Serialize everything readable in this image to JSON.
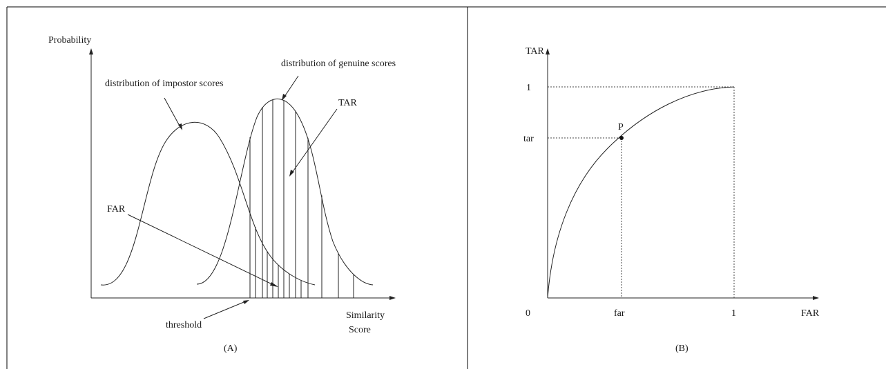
{
  "panel_a": {
    "y_axis_label": "Probability",
    "x_axis_label_line1": "Similarity",
    "x_axis_label_line2": "Score",
    "impostor_label": "distribution of impostor scores",
    "genuine_label": "distribution of genuine scores",
    "tar_label": "TAR",
    "far_label": "FAR",
    "threshold_label": "threshold",
    "caption": "(A)"
  },
  "panel_b": {
    "y_axis_label": "TAR",
    "x_axis_label": "FAR",
    "origin_label": "0",
    "x_tick_far": "far",
    "x_tick_one": "1",
    "y_tick_tar": "tar",
    "y_tick_one": "1",
    "point_label": "P",
    "caption": "(B)"
  }
}
